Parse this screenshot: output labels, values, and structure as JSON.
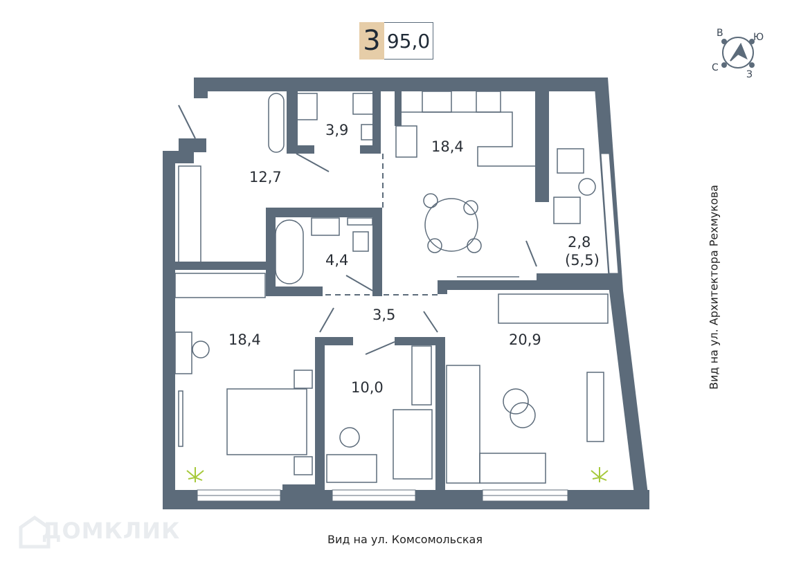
{
  "header": {
    "rooms": "3",
    "total_area": "95,0"
  },
  "rooms": [
    {
      "id": "bath-1",
      "area": "3,9"
    },
    {
      "id": "kitchen",
      "area": "18,4"
    },
    {
      "id": "wardrobe-hall",
      "area": "12,7"
    },
    {
      "id": "bath-2",
      "area": "4,4"
    },
    {
      "id": "balcony",
      "area": "2,8",
      "area_extra": "(5,5)"
    },
    {
      "id": "hall",
      "area": "3,5"
    },
    {
      "id": "bedroom-1",
      "area": "18,4"
    },
    {
      "id": "bedroom-2",
      "area": "10,0"
    },
    {
      "id": "living",
      "area": "20,9"
    }
  ],
  "views": {
    "bottom": "Вид на ул. Комсомольская",
    "right": "Вид на ул. Архитектора Рехмукова"
  },
  "compass": {
    "n": "В",
    "e": "Ю",
    "s": "З",
    "w": "С"
  },
  "watermark": "ДОМКЛИК",
  "colors": {
    "wall": "#5c6b7a",
    "accent": "#e6cda8",
    "furniture": "#5c6b7a",
    "plant": "#a6c93a"
  }
}
